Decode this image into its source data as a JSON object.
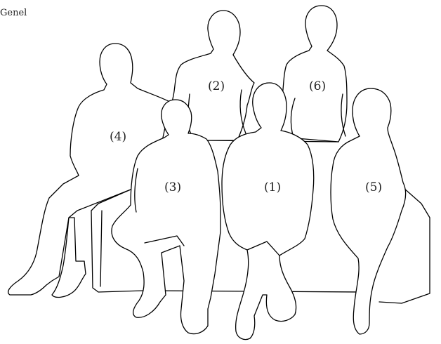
{
  "caption": "Genel",
  "figures": [
    {
      "id": "person-1",
      "label": "(1)"
    },
    {
      "id": "person-2",
      "label": "(2)"
    },
    {
      "id": "person-3",
      "label": "(3)"
    },
    {
      "id": "person-4",
      "label": "(4)"
    },
    {
      "id": "person-5",
      "label": "(5)"
    },
    {
      "id": "person-6",
      "label": "(6)"
    }
  ],
  "colors": {
    "outline": "#000000",
    "background": "#ffffff"
  }
}
